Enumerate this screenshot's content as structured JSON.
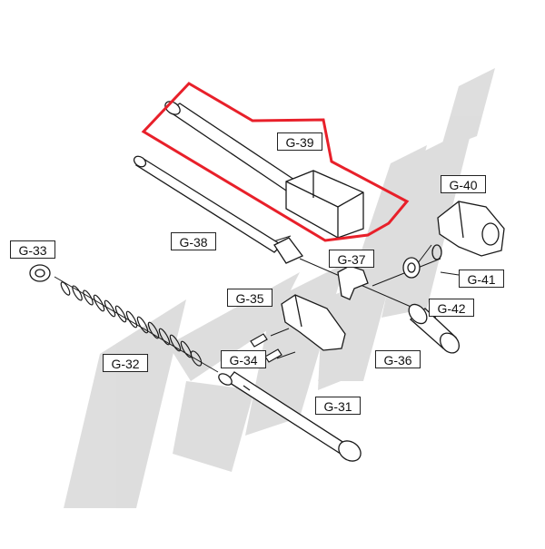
{
  "watermark": {
    "text": "KWA",
    "color": "#dcdcdc"
  },
  "colors": {
    "line": "#1a1a1a",
    "highlight": "#e8202a",
    "fill": "#ffffff"
  },
  "parts": [
    {
      "id": "g39",
      "label": "G-39",
      "highlighted": true
    },
    {
      "id": "g40",
      "label": "G-40"
    },
    {
      "id": "g38",
      "label": "G-38"
    },
    {
      "id": "g37",
      "label": "G-37"
    },
    {
      "id": "g41",
      "label": "G-41"
    },
    {
      "id": "g33",
      "label": "G-33"
    },
    {
      "id": "g35",
      "label": "G-35"
    },
    {
      "id": "g42",
      "label": "G-42"
    },
    {
      "id": "g34",
      "label": "G-34"
    },
    {
      "id": "g36",
      "label": "G-36"
    },
    {
      "id": "g32",
      "label": "G-32"
    },
    {
      "id": "g31",
      "label": "G-31"
    }
  ]
}
